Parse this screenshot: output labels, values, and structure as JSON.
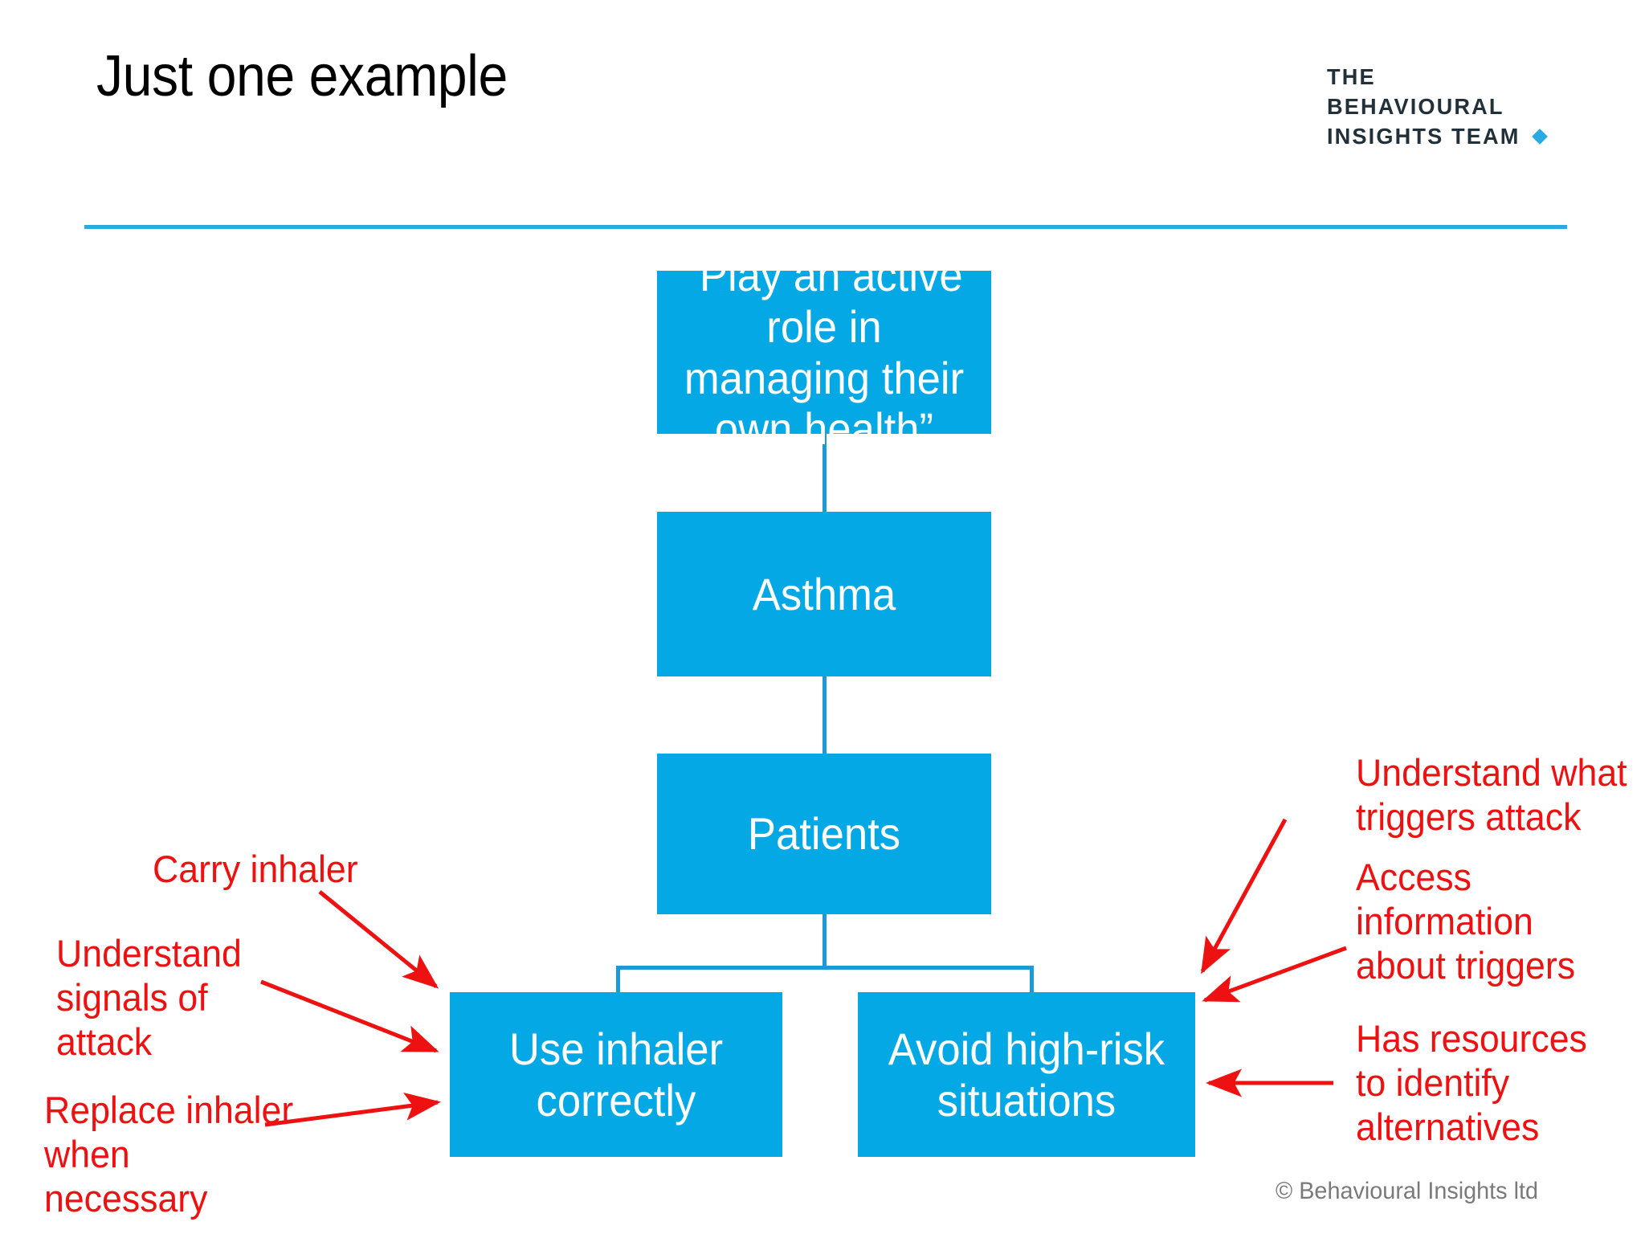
{
  "slide": {
    "title": "Just one example",
    "copyright": "© Behavioural Insights ltd"
  },
  "logo": {
    "line1": "THE",
    "line2": "BEHAVIOURAL",
    "line3": "INSIGHTS TEAM",
    "accent_color": "#29abe2"
  },
  "colors": {
    "box_fill": "#04a8e5",
    "connector": "#1b9ad6",
    "rule": "#29abe2",
    "annotation_red": "#ee1111",
    "box_text": "#ffffff",
    "copyright_gray": "#7a7a7a"
  },
  "flow": {
    "boxes": [
      {
        "id": "quote",
        "label": "“Play an active role in managing their own health”"
      },
      {
        "id": "asthma",
        "label": "Asthma"
      },
      {
        "id": "patients",
        "label": "Patients"
      },
      {
        "id": "inhaler",
        "label": "Use inhaler correctly"
      },
      {
        "id": "highrisk",
        "label": "Avoid high-risk situations"
      }
    ]
  },
  "annotations": {
    "left": [
      {
        "id": "carry-inhaler",
        "text": "Carry inhaler"
      },
      {
        "id": "signals",
        "text": "Understand signals of attack"
      },
      {
        "id": "replace",
        "text": "Replace inhaler when necessary"
      }
    ],
    "right": [
      {
        "id": "triggers",
        "text": "Understand what triggers attack"
      },
      {
        "id": "access-info",
        "text": "Access information about triggers"
      },
      {
        "id": "resources",
        "text": "Has resources to identify alternatives"
      }
    ]
  }
}
